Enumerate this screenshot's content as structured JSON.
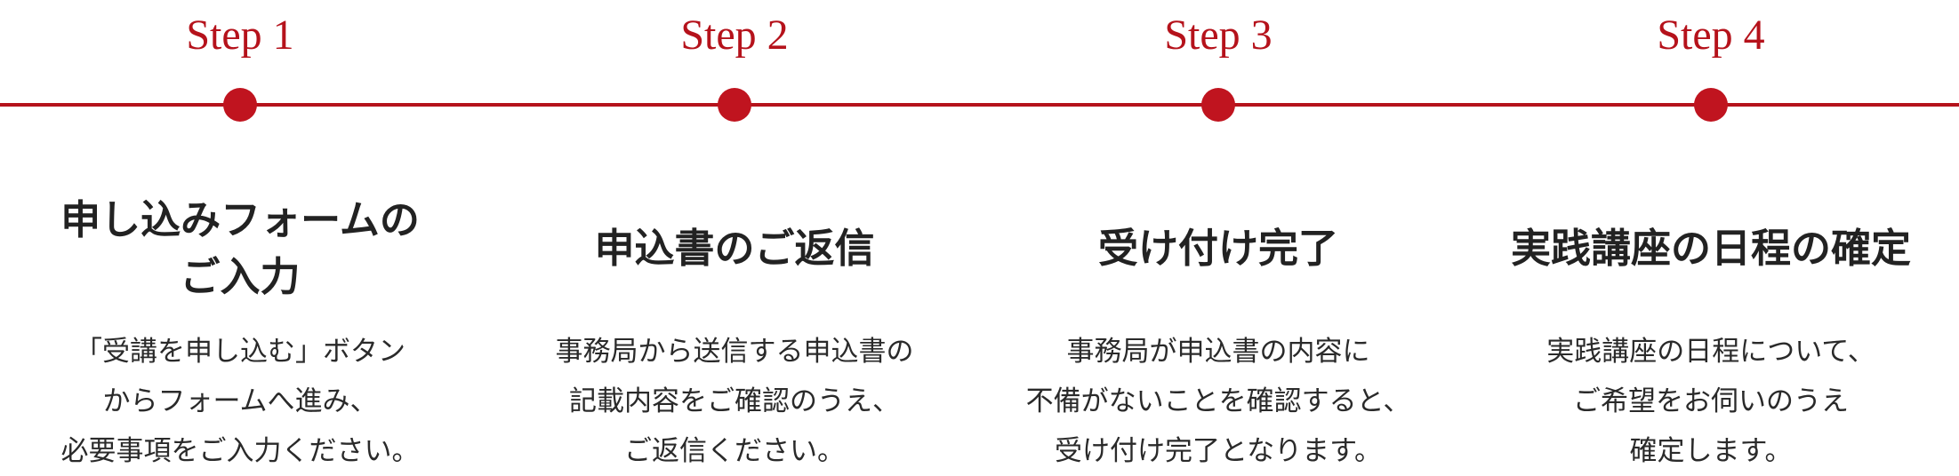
{
  "steps": [
    {
      "label": "Step 1",
      "title": "申し込みフォームの\nご入力",
      "description": "「受講を申し込む」ボタン\nからフォームへ進み、\n必要事項をご入力ください。"
    },
    {
      "label": "Step 2",
      "title": "申込書のご返信",
      "description": "事務局から送信する申込書の\n記載内容をご確認のうえ、\nご返信ください。"
    },
    {
      "label": "Step 3",
      "title": "受け付け完了",
      "description": "事務局が申込書の内容に\n不備がないことを確認すると、\n受け付け完了となります。"
    },
    {
      "label": "Step 4",
      "title": "実践講座の日程の確定",
      "description": "実践講座の日程について、\nご希望をお伺いのうえ\n確定します。"
    }
  ],
  "colors": {
    "accent": "#b5121b",
    "text": "#222222",
    "background": "#ffffff"
  }
}
